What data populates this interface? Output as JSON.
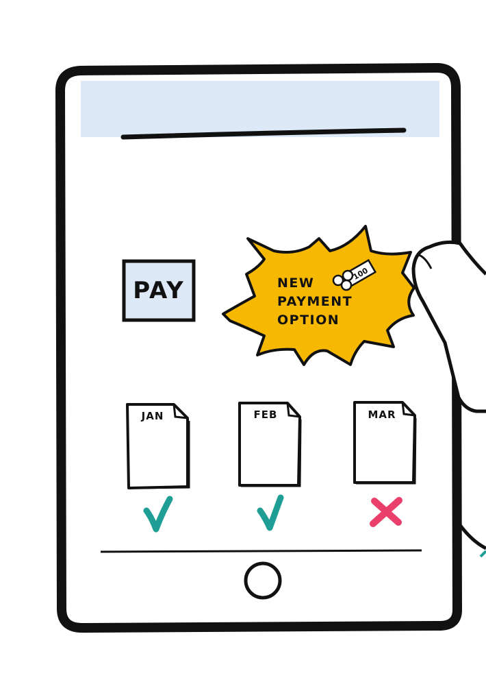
{
  "pay_button": {
    "label": "PAY"
  },
  "promo_burst": {
    "lines": [
      "NEW",
      "PAYMENT",
      "OPTION"
    ],
    "badge_text": "100",
    "color": "#f6b800"
  },
  "months": [
    {
      "label": "JAN",
      "status": "paid",
      "status_icon": "checkmark-icon"
    },
    {
      "label": "FEB",
      "status": "paid",
      "status_icon": "checkmark-icon"
    },
    {
      "label": "MAR",
      "status": "unpaid",
      "status_icon": "cross-icon"
    }
  ],
  "colors": {
    "header_bar": "#dde9f7",
    "pay_button_fill": "#dde9f7",
    "check": "#1f9e96",
    "cross": "#ea3f6b",
    "outline": "#111111"
  }
}
